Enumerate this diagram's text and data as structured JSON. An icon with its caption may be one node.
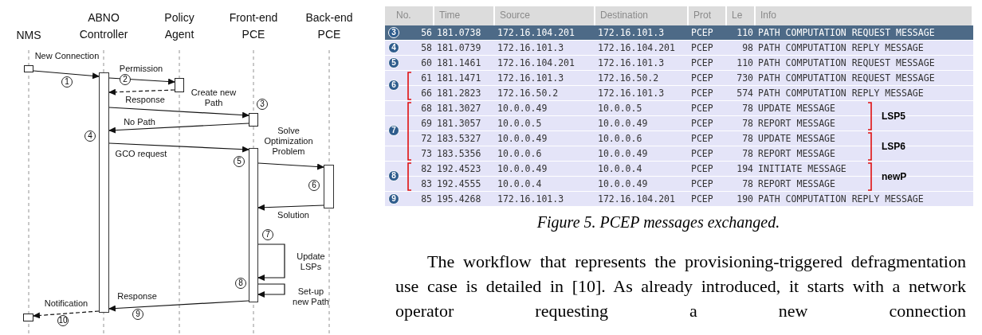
{
  "diagram": {
    "caption": "Figure 5. PCEP messages exchanged.",
    "nodes": [
      {
        "text": [
          "NMS"
        ]
      },
      {
        "text": [
          "ABNO Controller"
        ]
      },
      {
        "text": [
          "Policy Agent"
        ]
      },
      {
        "text": [
          "Front-end PCE"
        ]
      },
      {
        "text": [
          "Back-end PCE"
        ]
      },
      {
        "text": [],
        "shape": "box"
      },
      {
        "text": [],
        "shape": "bar"
      },
      {
        "text": [],
        "shape": "box"
      },
      {
        "text": [],
        "shape": "box"
      },
      {
        "text": [],
        "shape": "bar"
      },
      {
        "text": [],
        "shape": "bar"
      },
      {
        "text": [],
        "shape": "box"
      }
    ],
    "edges": [
      {
        "from": 5,
        "to": 6,
        "arrow": "to",
        "label": "New Connection"
      },
      {
        "from": 6,
        "to": 7,
        "arrow": "to",
        "label": "Permission"
      },
      {
        "from": 7,
        "to": 6,
        "arrow": "to",
        "label": "Response",
        "style": "dashed"
      },
      {
        "from": 6,
        "to": 8,
        "arrow": "to",
        "label": "Create new Path"
      },
      {
        "from": 8,
        "to": 6,
        "arrow": "to",
        "label": "No Path"
      },
      {
        "from": 6,
        "to": 9,
        "arrow": "to",
        "label": "GCO request"
      },
      {
        "from": 9,
        "to": 10,
        "arrow": "to",
        "label": "Solve Optimization Problem"
      },
      {
        "from": 10,
        "to": 9,
        "arrow": "to",
        "label": "Solution"
      },
      {
        "from": 9,
        "to": 9,
        "arrow": "to",
        "label": "Update LSPs"
      },
      {
        "from": 9,
        "to": 9,
        "arrow": "to",
        "label": "Set-up new Path"
      },
      {
        "from": 9,
        "to": 6,
        "arrow": "to",
        "label": "Response"
      },
      {
        "from": 6,
        "to": 11,
        "arrow": "to",
        "label": "Notification",
        "style": "dashed"
      }
    ],
    "labels": [
      "1",
      "2",
      "3",
      "4",
      "5",
      "6",
      "7",
      "8",
      "9",
      "10",
      "No.",
      "Time",
      "Source",
      "Destination",
      "Prot",
      "Le",
      "Info",
      "3",
      "56",
      "181.0738",
      "172.16.104.201",
      "172.16.101.3",
      "PCEP",
      "110",
      "PATH COMPUTATION REQUEST MESSAGE",
      "4",
      "58",
      "181.0739",
      "172.16.101.3",
      "172.16.104.201",
      "PCEP",
      "98",
      "PATH COMPUTATION REPLY MESSAGE",
      "5",
      "60",
      "181.1461",
      "172.16.104.201",
      "172.16.101.3",
      "PCEP",
      "110",
      "PATH COMPUTATION REQUEST MESSAGE",
      "6",
      "61",
      "181.1471",
      "172.16.101.3",
      "172.16.50.2",
      "PCEP",
      "730",
      "PATH COMPUTATION REQUEST MESSAGE",
      "66",
      "181.2823",
      "172.16.50.2",
      "172.16.101.3",
      "PCEP",
      "574",
      "PATH COMPUTATION REPLY MESSAGE",
      "7",
      "68",
      "181.3027",
      "10.0.0.49",
      "10.0.0.5",
      "PCEP",
      "78",
      "UPDATE MESSAGE",
      "69",
      "181.3057",
      "10.0.0.5",
      "10.0.0.49",
      "PCEP",
      "78",
      "REPORT MESSAGE",
      "LSP5",
      "72",
      "183.5327",
      "10.0.0.49",
      "10.0.0.6",
      "PCEP",
      "78",
      "UPDATE MESSAGE",
      "73",
      "183.5356",
      "10.0.0.6",
      "10.0.0.49",
      "PCEP",
      "78",
      "REPORT MESSAGE",
      "LSP6",
      "8",
      "82",
      "192.4523",
      "10.0.0.49",
      "10.0.0.4",
      "PCEP",
      "194",
      "INITIATE MESSAGE",
      "83",
      "192.4555",
      "10.0.0.4",
      "10.0.0.49",
      "PCEP",
      "78",
      "REPORT MESSAGE",
      "newP",
      "9",
      "85",
      "195.4268",
      "172.16.101.3",
      "172.16.104.201",
      "PCEP",
      "190",
      "PATH COMPUTATION REPLY MESSAGE",
      "The workflow that represents the provisioning-triggered defragmentation use case is detailed in [10]. As already introduced, it starts with a network operator requesting a new connection"
    ]
  }
}
